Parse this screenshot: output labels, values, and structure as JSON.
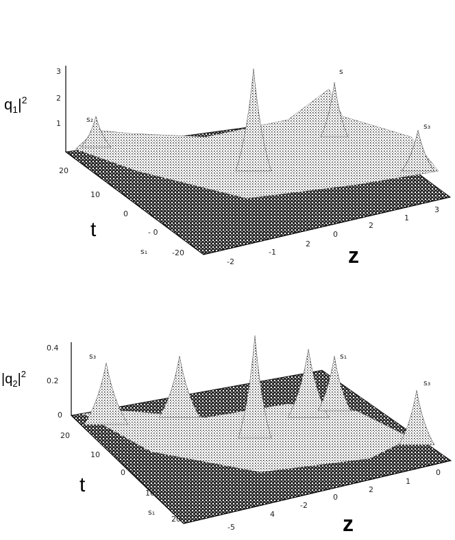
{
  "chart_data": [
    {
      "type": "surface",
      "zlabel": "q₁|²",
      "zlabel_parts": {
        "main": "q",
        "sub": "1",
        "bar": "|",
        "sup": "2"
      },
      "xlabel": "z",
      "ylabel": "t",
      "z_ticks": [
        "3",
        "2",
        "1"
      ],
      "t_ticks": [
        "20",
        "10",
        "0",
        "- 0",
        "-20"
      ],
      "z_axis_ticks": [
        "-2",
        "-1",
        "2",
        "0",
        "2",
        "1",
        "3"
      ],
      "zlim": [
        0,
        3
      ],
      "annotations": [
        "s₂",
        "s",
        "s₃",
        "s₁"
      ],
      "background": "#333333",
      "surface_color": "#ffffff"
    },
    {
      "type": "surface",
      "zlabel": "|q₂|²",
      "zlabel_parts": {
        "bar1": "|",
        "main": "q",
        "sub": "2",
        "bar2": "|",
        "sup": "2"
      },
      "xlabel": "z",
      "ylabel": "t",
      "z_ticks": [
        "0.4",
        "0.2",
        "0"
      ],
      "t_ticks": [
        "20",
        "10",
        "0",
        "10",
        "20"
      ],
      "z_axis_ticks": [
        "-5",
        "4",
        "-2",
        "0",
        "2",
        "1",
        "0"
      ],
      "zlim": [
        0,
        0.4
      ],
      "annotations": [
        "s₃",
        "s₁",
        "s₃",
        "s₁"
      ],
      "background": "#333333",
      "surface_color": "#ffffff"
    }
  ]
}
